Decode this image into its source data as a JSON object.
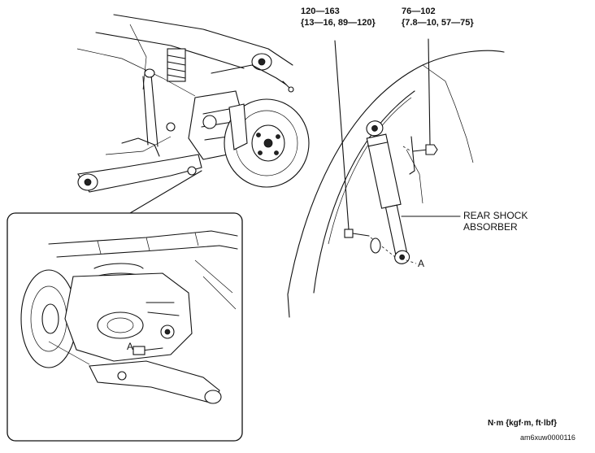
{
  "callouts": {
    "torque_left_line1": "120—163",
    "torque_left_line2": "{13—16, 89—120}",
    "torque_right_line1": "76—102",
    "torque_right_line2": "{7.8—10, 57—75}",
    "part_name_line1": "REAR SHOCK",
    "part_name_line2": "ABSORBER",
    "point_a_main": "A",
    "point_a_inset": "A"
  },
  "footer": {
    "units": "N·m {kgf·m, ft·lbf}",
    "figure_id": "am6xuw0000116"
  }
}
